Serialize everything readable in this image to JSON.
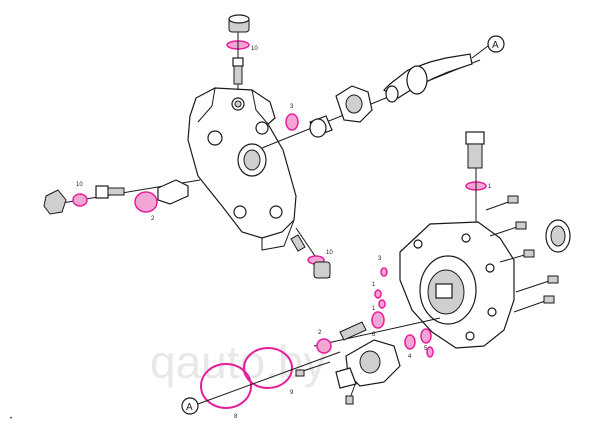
{
  "diagram": {
    "callouts": {
      "a_top": "A",
      "a_bottom": "A"
    },
    "labels": {
      "n10_top": "10",
      "n3": "3",
      "n10_left": "10",
      "n2_left": "2",
      "n10_mid": "10",
      "n1_right": "1",
      "n3_right": "3",
      "n1_a": "1",
      "n6": "6",
      "n1_b": "1",
      "n2_bottom": "2",
      "n4": "4",
      "n5": "5",
      "n9": "9",
      "n8": "8"
    },
    "watermark": "qauto.by",
    "mark": "•",
    "colors": {
      "ring": "#e61e9b",
      "ring_fill": "#f3a6d4",
      "line": "#1a1a1a"
    }
  }
}
